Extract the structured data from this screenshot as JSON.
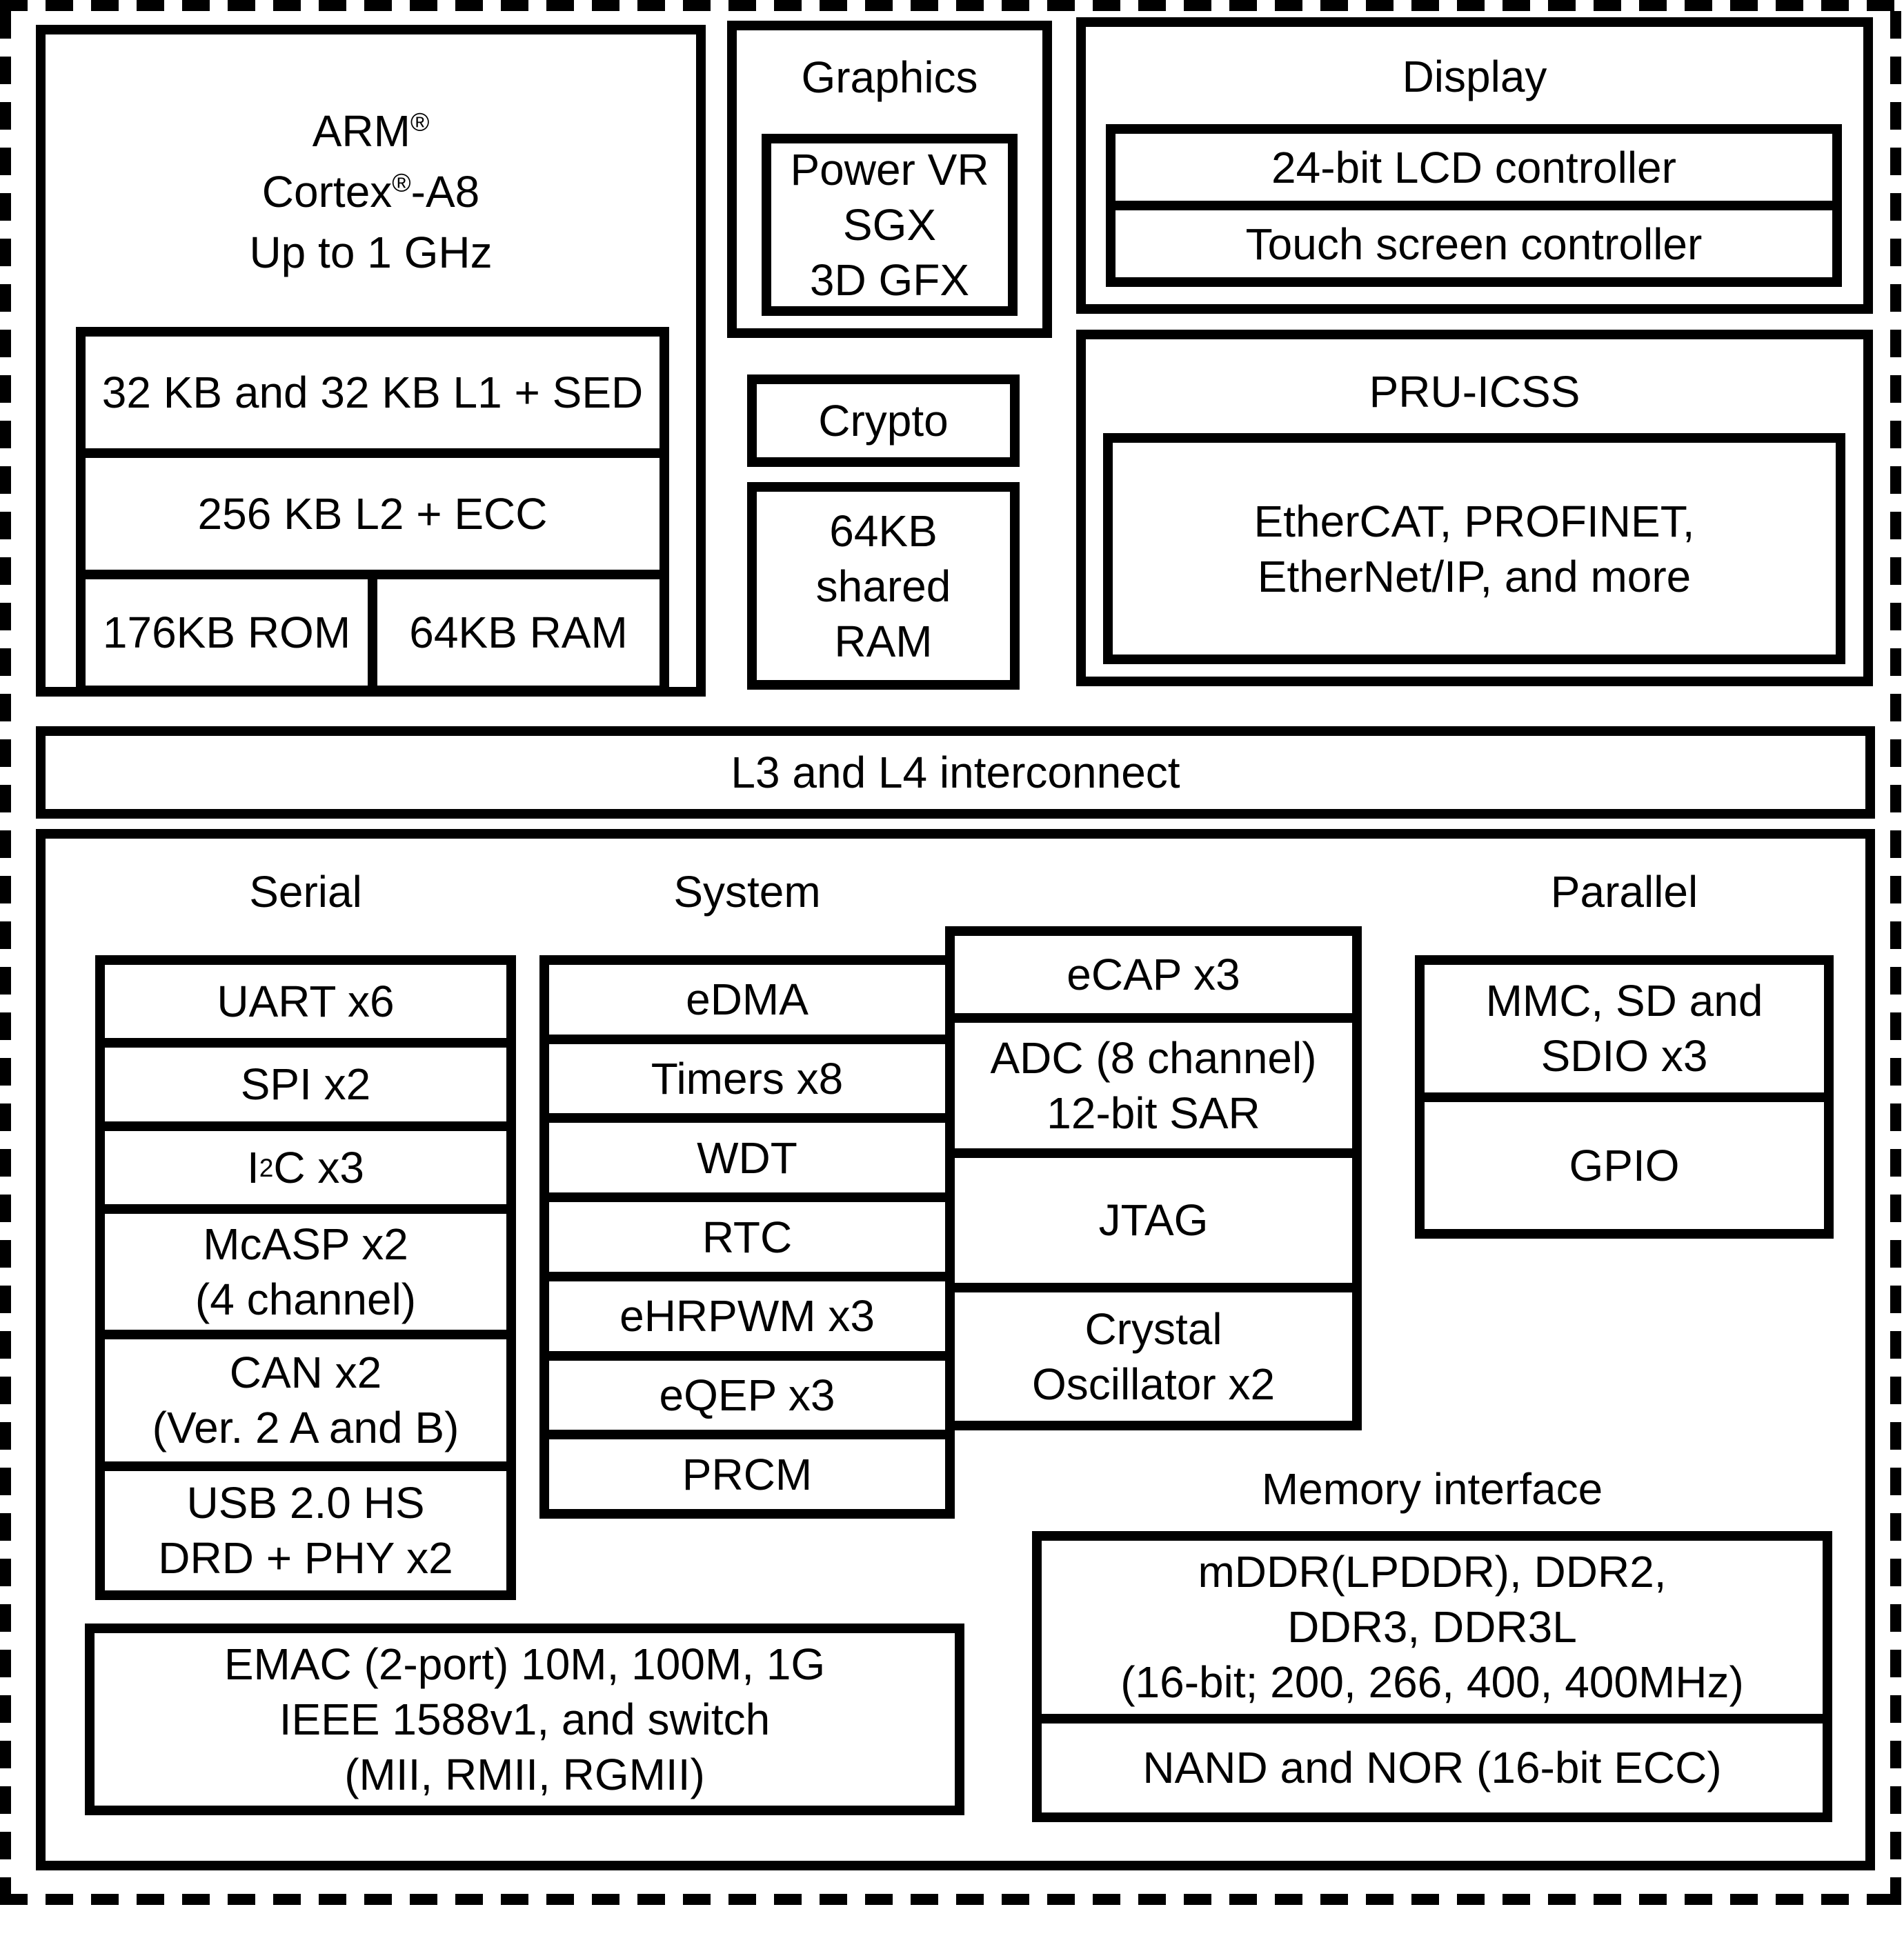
{
  "colors": {
    "ink": "#000000",
    "background": "#ffffff"
  },
  "diagram": {
    "arm": {
      "title": "ARM®\nCortex®-A8\nUp to 1 GHz",
      "l1": "32 KB and 32 KB L1 + SED",
      "l2": "256 KB L2 + ECC",
      "rom": "176KB ROM",
      "ram": "64KB RAM"
    },
    "graphics": {
      "title": "Graphics",
      "gpu": "Power VR\nSGX\n3D GFX"
    },
    "crypto": "Crypto",
    "shared_ram": "64KB\nshared\nRAM",
    "display": {
      "title": "Display",
      "lcd": "24-bit LCD controller",
      "touch": "Touch screen controller"
    },
    "pru": {
      "title": "PRU-ICSS",
      "protocols": "EtherCAT, PROFINET,\nEtherNet/IP, and more"
    },
    "interconnect": "L3 and L4 interconnect",
    "serial": {
      "title": "Serial",
      "items": [
        "UART x6",
        "SPI x2",
        "I²C x3",
        "McASP x2\n(4 channel)",
        "CAN x2\n(Ver. 2 A and B)",
        "USB 2.0 HS\nDRD + PHY x2"
      ]
    },
    "system": {
      "title": "System",
      "items": [
        "eDMA",
        "Timers x8",
        "WDT",
        "RTC",
        "eHRPWM x3",
        "eQEP x3",
        "PRCM"
      ]
    },
    "control": {
      "items": [
        "eCAP x3",
        "ADC (8 channel)\n12-bit SAR",
        "JTAG",
        "Crystal\nOscillator x2"
      ]
    },
    "parallel": {
      "title": "Parallel",
      "items": [
        "MMC, SD and\nSDIO x3",
        "GPIO"
      ]
    },
    "memory": {
      "title": "Memory interface",
      "items": [
        "mDDR(LPDDR), DDR2,\nDDR3, DDR3L\n(16-bit; 200, 266, 400, 400MHz)",
        "NAND and NOR (16-bit ECC)"
      ]
    },
    "emac": "EMAC (2-port) 10M, 100M, 1G\nIEEE 1588v1, and switch\n(MII, RMII, RGMII)"
  }
}
